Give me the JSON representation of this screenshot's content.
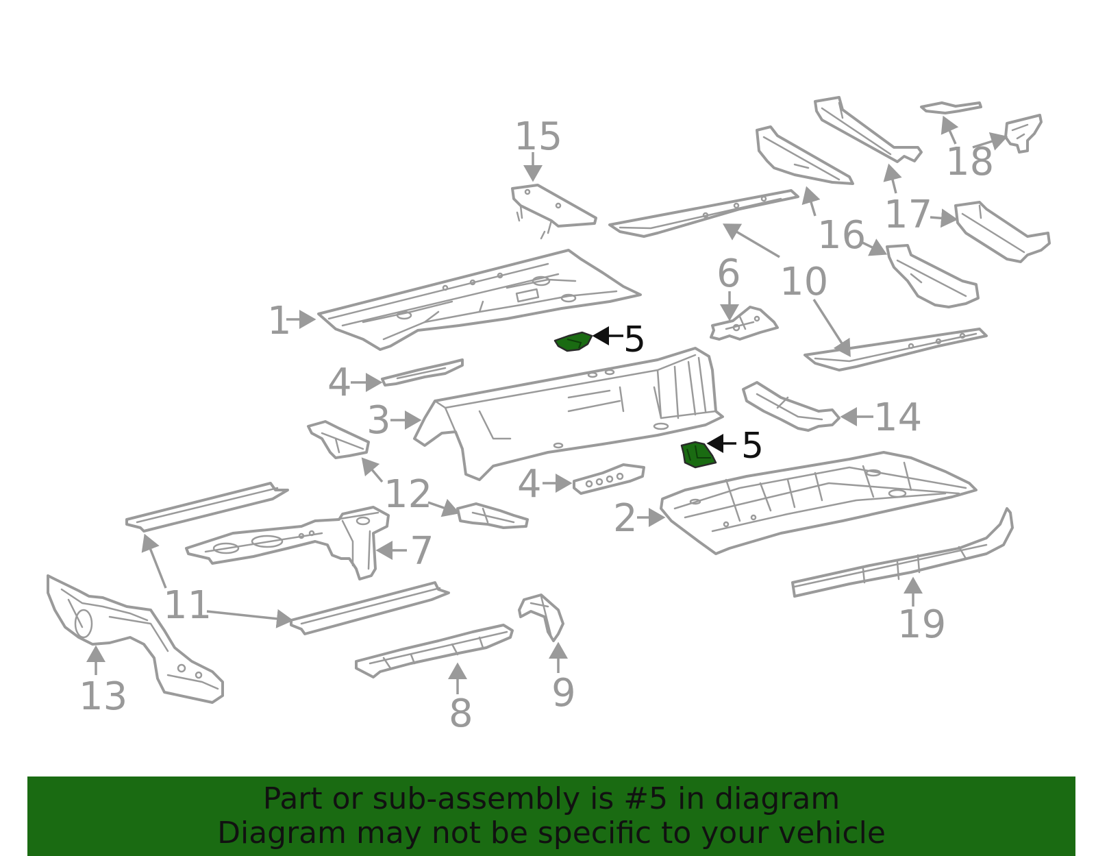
{
  "highlight_color": "#1a6b12",
  "part_color": "#9a9a9a",
  "callouts": {
    "c1": "1",
    "c2": "2",
    "c3": "3",
    "c4a": "4",
    "c4b": "4",
    "c5a": "5",
    "c5b": "5",
    "c6": "6",
    "c7": "7",
    "c8": "8",
    "c9": "9",
    "c10": "10",
    "c11": "11",
    "c12": "12",
    "c13": "13",
    "c14": "14",
    "c15": "15",
    "c16": "16",
    "c17": "17",
    "c18": "18",
    "c19": "19"
  },
  "banner": {
    "line1": "Part or sub-assembly is #5 in diagram",
    "line2": "Diagram may not be specific to your vehicle"
  }
}
